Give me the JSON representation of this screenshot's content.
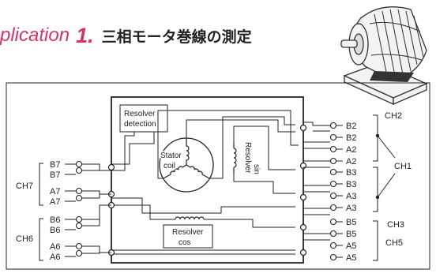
{
  "title": {
    "italic_text": "plication",
    "number": "1.",
    "japanese_text": "三相モータ巻線の測定"
  },
  "diagram": {
    "labels": {
      "resolver_detection_1": "Resolver",
      "resolver_detection_2": "detection",
      "stator_1": "Stator",
      "stator_2": "coil",
      "resolver_sin_1": "Resolver",
      "resolver_sin_2": "sin",
      "resolver_cos_1": "Resolver",
      "resolver_cos_2": "cos"
    },
    "left_terminals": [
      "B7",
      "B7",
      "A7",
      "A7",
      "B6",
      "B6",
      "A6",
      "A6"
    ],
    "right_terminals": [
      "B2",
      "B2",
      "A2",
      "A2",
      "B3",
      "B3",
      "A3",
      "A3",
      "B5",
      "B5",
      "A5",
      "A5"
    ],
    "channels": {
      "ch2": "CH2",
      "ch1": "CH1",
      "ch3": "CH3",
      "ch5": "CH5",
      "ch7": "CH7",
      "ch6": "CH6"
    }
  },
  "colors": {
    "title_accent": "#d6336c",
    "line": "#222222"
  }
}
